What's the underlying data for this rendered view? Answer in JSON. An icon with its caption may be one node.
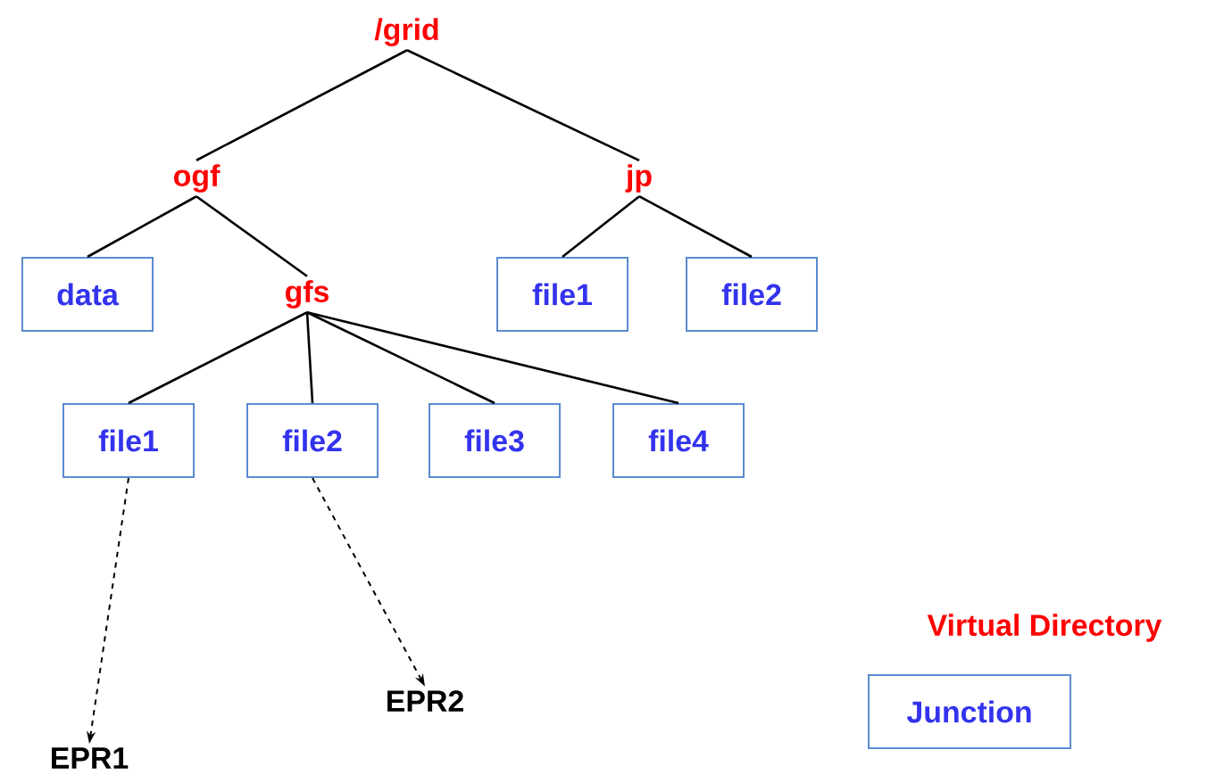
{
  "diagram": {
    "nodes": [
      {
        "text": [
          "/grid"
        ]
      },
      {
        "text": [
          "ogf"
        ]
      },
      {
        "text": [
          "jp"
        ]
      },
      {
        "text": [
          "data"
        ]
      },
      {
        "text": [
          "gfs"
        ]
      },
      {
        "text": [
          "file1"
        ]
      },
      {
        "text": [
          "file2"
        ]
      },
      {
        "text": [
          "file1"
        ]
      },
      {
        "text": [
          "file2"
        ]
      },
      {
        "text": [
          "file3"
        ]
      },
      {
        "text": [
          "file4"
        ]
      },
      {
        "text": [
          "EPR1"
        ]
      },
      {
        "text": [
          "EPR2"
        ]
      }
    ],
    "edges": [
      {
        "from": 0,
        "to": 1,
        "arrow": "none"
      },
      {
        "from": 0,
        "to": 2,
        "arrow": "none"
      },
      {
        "from": 1,
        "to": 3,
        "arrow": "none"
      },
      {
        "from": 1,
        "to": 4,
        "arrow": "none"
      },
      {
        "from": 2,
        "to": 5,
        "arrow": "none"
      },
      {
        "from": 2,
        "to": 6,
        "arrow": "none"
      },
      {
        "from": 4,
        "to": 7,
        "arrow": "none"
      },
      {
        "from": 4,
        "to": 8,
        "arrow": "none"
      },
      {
        "from": 4,
        "to": 9,
        "arrow": "none"
      },
      {
        "from": 4,
        "to": 10,
        "arrow": "none"
      },
      {
        "from": 7,
        "to": 11,
        "arrow": "to",
        "style": "dashed"
      },
      {
        "from": 8,
        "to": 12,
        "arrow": "to",
        "style": "dashed"
      }
    ],
    "legend": [
      {
        "text": "Virtual Directory"
      },
      {
        "text": "Junction"
      }
    ]
  }
}
